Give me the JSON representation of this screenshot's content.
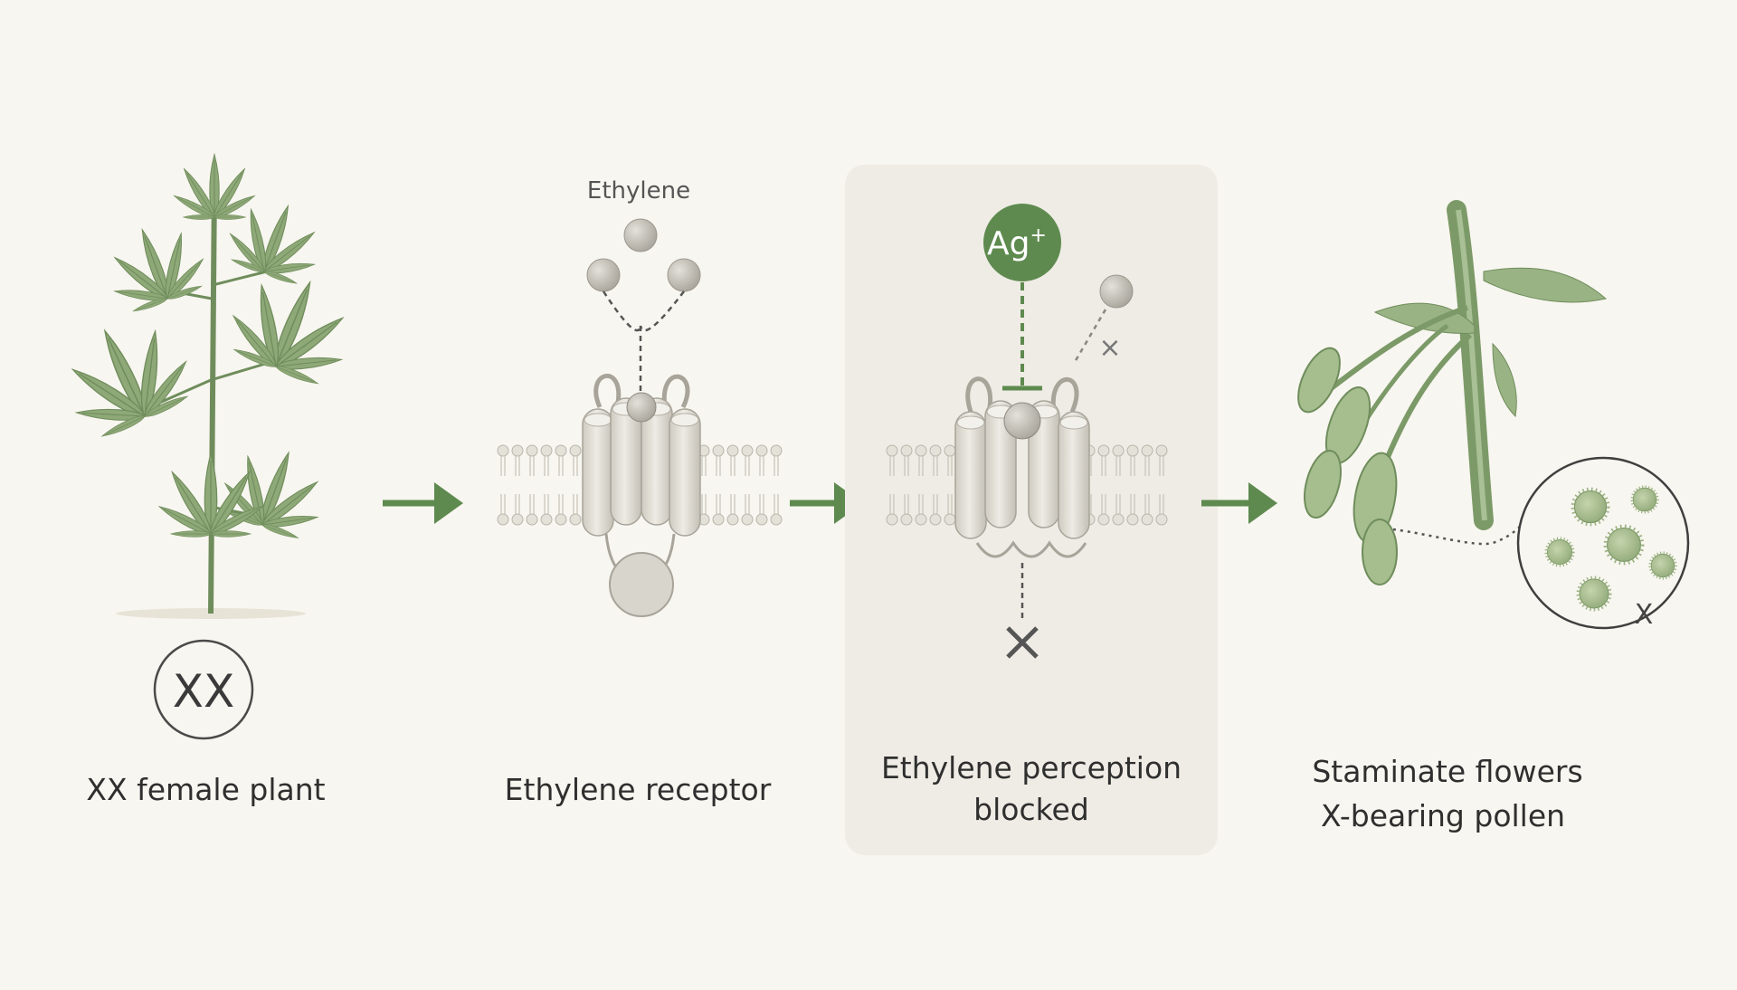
{
  "steps": [
    {
      "label": "XX female plant",
      "genotype": "XX"
    },
    {
      "label": "Ethylene receptor",
      "molecule": "Ethylene"
    },
    {
      "label_line1": "Ethylene perception",
      "label_line2": "blocked",
      "ion": "Ag",
      "ion_charge": "+",
      "blocked_mark": "X"
    },
    {
      "label_line1": "Staminate flowers",
      "label_line2": "X-bearing pollen",
      "pollen_mark": "X"
    }
  ],
  "colors": {
    "background": "#f8f6f0",
    "panel": "#efece5",
    "accent_green": "#5e8a4f",
    "leaf_green": "#8ea877",
    "membrane_gray": "#dedbd2",
    "text": "#2f2f2f"
  }
}
